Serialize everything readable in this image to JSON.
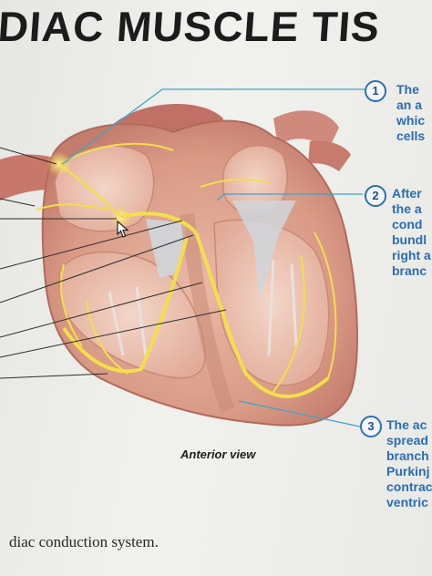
{
  "page": {
    "heading": "DIAC MUSCLE TIS",
    "view_label": "Anterior view",
    "caption": "diac conduction system."
  },
  "steps": [
    {
      "number": "1",
      "text": "The\nan a\nwhic\ncells"
    },
    {
      "number": "2",
      "text": "After\nthe a\ncond\nbundl\nright a\nbranc"
    },
    {
      "number": "3",
      "text": "The ac\nspread\nbranch\nPurkinj\ncontrac\nventric"
    }
  ],
  "colors": {
    "leader_line": "#2c2c2c",
    "callout_line": "#3aa6c9",
    "conduction_fiber": "#f2df4a",
    "step_text": "#2a6db3"
  }
}
